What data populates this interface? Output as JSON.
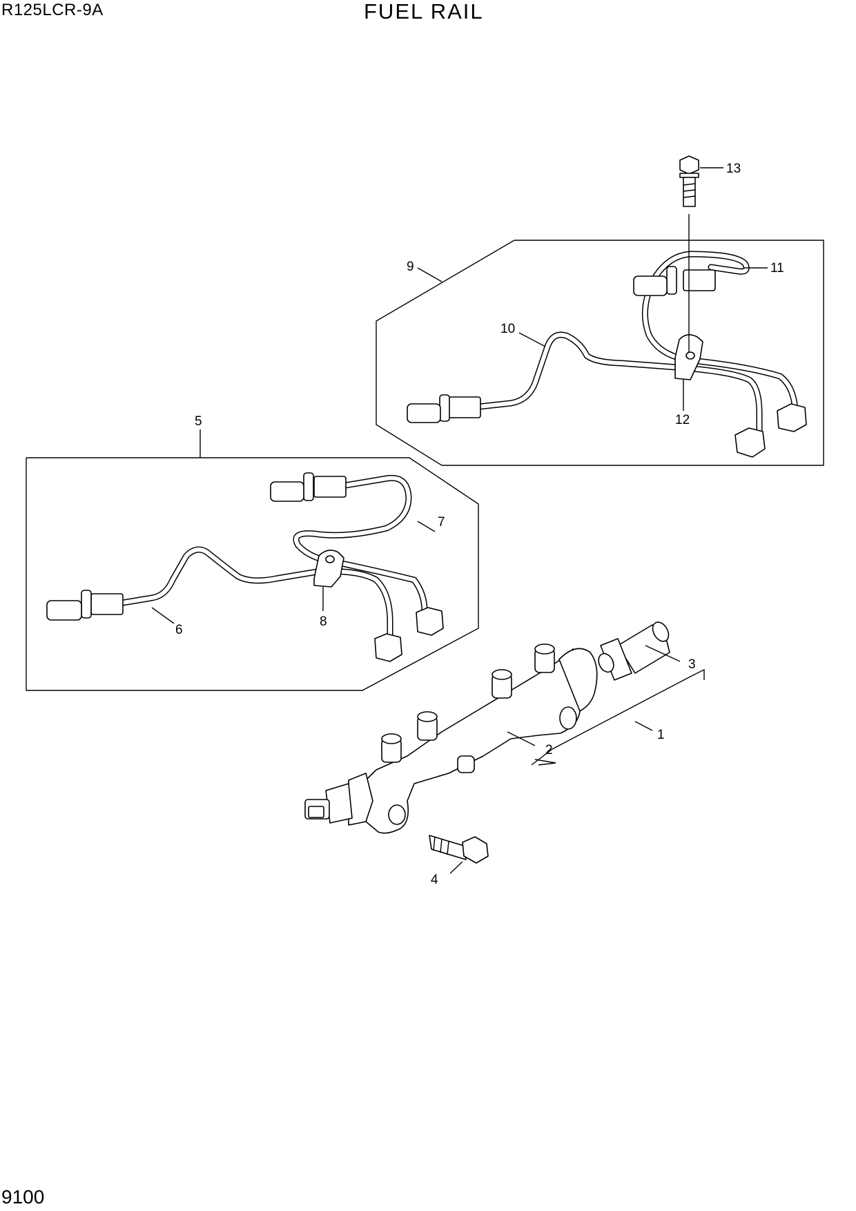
{
  "header": {
    "model": "R125LCR-9A",
    "title": "FUEL RAIL"
  },
  "footer": {
    "page_number": "9100"
  },
  "callouts": {
    "c1": "1",
    "c2": "2",
    "c3": "3",
    "c4": "4",
    "c5": "5",
    "c6": "6",
    "c7": "7",
    "c8": "8",
    "c9": "9",
    "c10": "10",
    "c11": "11",
    "c12": "12",
    "c13": "13"
  }
}
